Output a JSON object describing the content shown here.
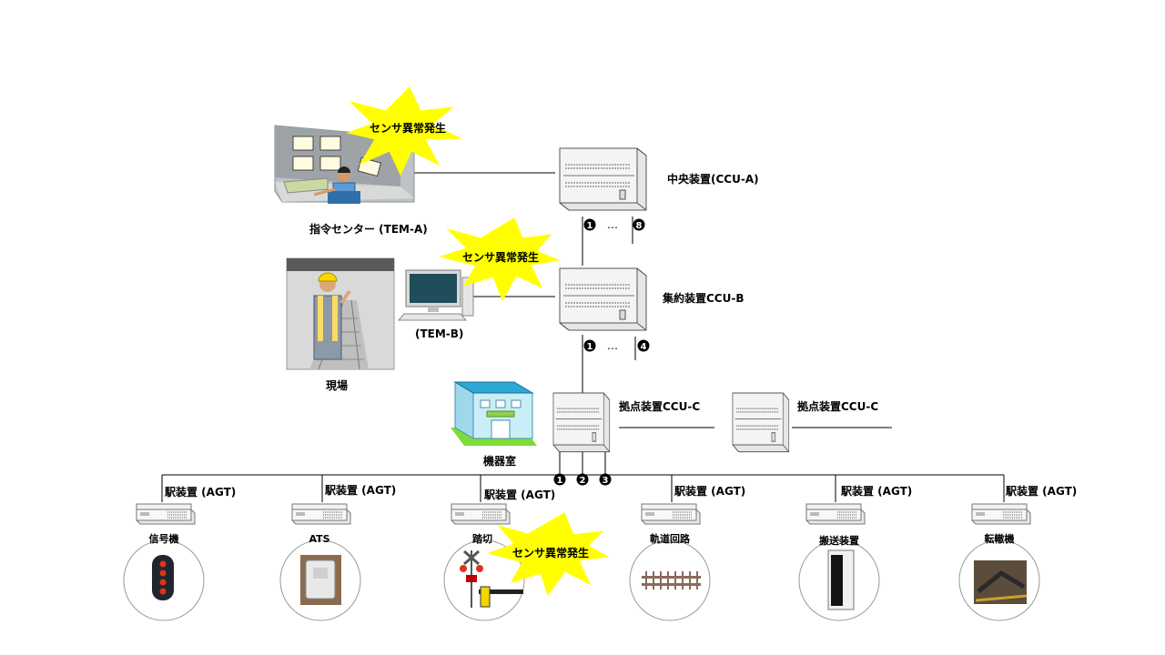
{
  "diagram": {
    "control_center_label": "指令センター (TEM-A)",
    "central_unit_label": "中央装置(CCU-A)",
    "aggregator_label": "集約装置CCU-B",
    "field_terminal_label": "(TEM-B)",
    "field_label": "現場",
    "equipment_room_label": "機器室",
    "base_unit_label_1": "拠点装置CCU-C",
    "base_unit_label_2": "拠点装置CCU-C",
    "alert_text": "センサ異常発生",
    "port_numbers": {
      "ccu_a_first": "1",
      "ccu_a_last": "8",
      "ccu_b_first": "1",
      "ccu_b_last": "4",
      "ccu_c_1": "1",
      "ccu_c_2": "2",
      "ccu_c_3": "3"
    },
    "ellipsis": "…",
    "station_units": [
      {
        "label": "駅装置 (AGT)",
        "device": "信号機"
      },
      {
        "label": "駅装置 (AGT)",
        "device": "ATS"
      },
      {
        "label": "駅装置 (AGT)",
        "device": "踏切"
      },
      {
        "label": "駅装置 (AGT)",
        "device": "軌道回路"
      },
      {
        "label": "駅装置 (AGT)",
        "device": "搬送装置"
      },
      {
        "label": "駅装置 (AGT)",
        "device": "転轍機"
      }
    ]
  },
  "colors": {
    "alert_burst": "#ffff00",
    "equipment_body": "#f2f2f2",
    "building_wall": "#c9eef7",
    "building_roof": "#2fa7d6",
    "building_sign": "#92d050",
    "ground": "#7ddc3a",
    "signal_body": "#1f2630",
    "signal_lamp": "#e0321b"
  }
}
